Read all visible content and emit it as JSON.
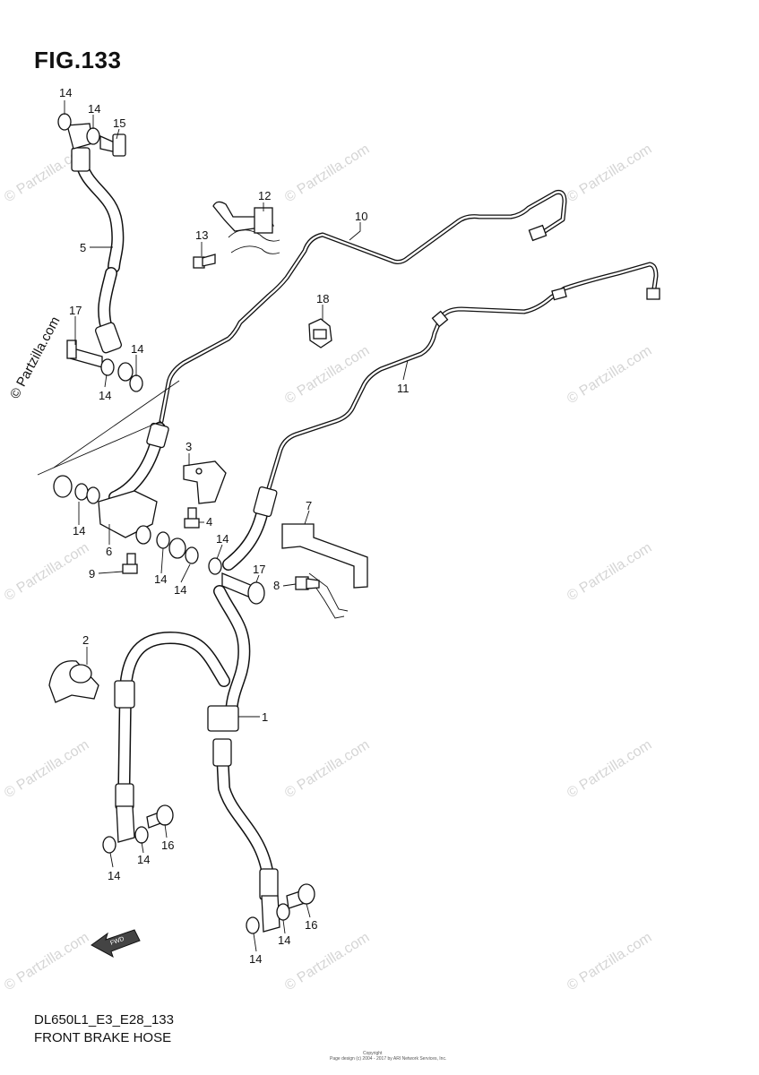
{
  "figure": {
    "title": "FIG.133"
  },
  "footer": {
    "model_code": "DL650L1_E3_E28_133",
    "section_title": "FRONT BRAKE HOSE",
    "copyright_line1": "Copyright",
    "copyright_line2": "Page design (c) 2004 - 2017 by ARI Network Services, Inc."
  },
  "watermark": {
    "text": "© Partzilla.com"
  },
  "fwd_arrow_label": "FWD",
  "callouts": [
    {
      "id": "c14a",
      "label": "14"
    },
    {
      "id": "c14b",
      "label": "14"
    },
    {
      "id": "c15",
      "label": "15"
    },
    {
      "id": "c5",
      "label": "5"
    },
    {
      "id": "c17a",
      "label": "17"
    },
    {
      "id": "c14c",
      "label": "14"
    },
    {
      "id": "c14d",
      "label": "14"
    },
    {
      "id": "c12",
      "label": "12"
    },
    {
      "id": "c13",
      "label": "13"
    },
    {
      "id": "c10",
      "label": "10"
    },
    {
      "id": "c18",
      "label": "18"
    },
    {
      "id": "c11",
      "label": "11"
    },
    {
      "id": "c3",
      "label": "3"
    },
    {
      "id": "c4",
      "label": "4"
    },
    {
      "id": "c14e",
      "label": "14"
    },
    {
      "id": "c6",
      "label": "6"
    },
    {
      "id": "c9",
      "label": "9"
    },
    {
      "id": "c14f",
      "label": "14"
    },
    {
      "id": "c14g",
      "label": "14"
    },
    {
      "id": "c14h",
      "label": "14"
    },
    {
      "id": "c7",
      "label": "7"
    },
    {
      "id": "c17b",
      "label": "17"
    },
    {
      "id": "c8",
      "label": "8"
    },
    {
      "id": "c2",
      "label": "2"
    },
    {
      "id": "c1",
      "label": "1"
    },
    {
      "id": "c16a",
      "label": "16"
    },
    {
      "id": "c14i",
      "label": "14"
    },
    {
      "id": "c14j",
      "label": "14"
    },
    {
      "id": "c16b",
      "label": "16"
    },
    {
      "id": "c14k",
      "label": "14"
    },
    {
      "id": "c14l",
      "label": "14"
    }
  ]
}
